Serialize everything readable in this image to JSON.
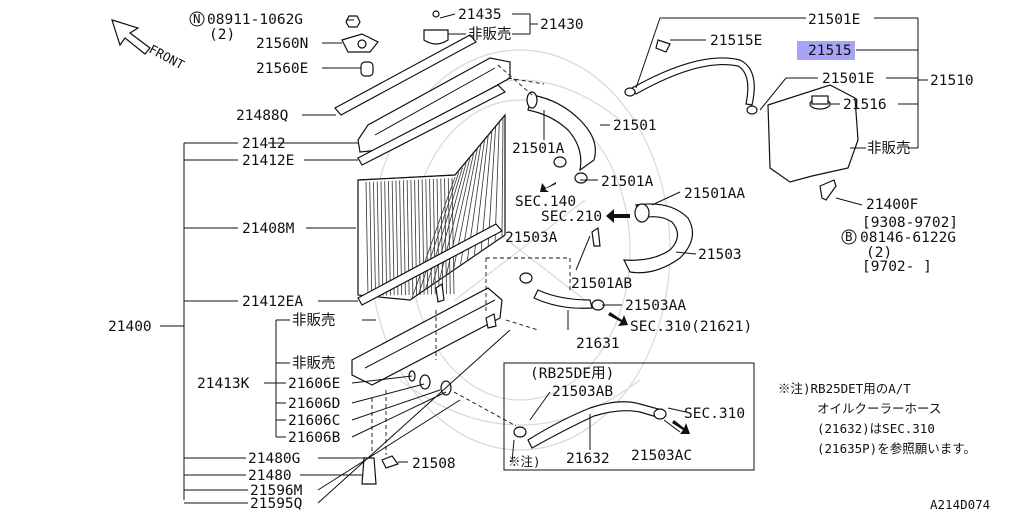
{
  "front_label": "FRONT",
  "highlight_color": "#a7a4f6",
  "footer_code": "A214D074",
  "labels": {
    "p08911": "08911-1062G",
    "p08911_qty": "(2)",
    "p21560N": "21560N",
    "p21560E": "21560E",
    "p21488Q": "21488Q",
    "p21412": "21412",
    "p21412E": "21412E",
    "p21408M": "21408M",
    "p21412EA": "21412EA",
    "p21400": "21400",
    "p21413K": "21413K",
    "hibaibai1": "非販売",
    "hibaibai2": "非販売",
    "p21606E": "21606E",
    "p21606D": "21606D",
    "p21606C": "21606C",
    "p21606B": "21606B",
    "p21480G": "21480G",
    "p21480": "21480",
    "p21596M": "21596M",
    "p21595Q": "21595Q",
    "p21508": "21508",
    "p21435": "21435",
    "p21430": "21430",
    "hibaibai_cap": "非販売",
    "p21501": "21501",
    "p21501A_1": "21501A",
    "p21501A_2": "21501A",
    "sec140": "SEC.140",
    "sec210": "SEC.210",
    "p21501AA": "21501AA",
    "p21503A": "21503A",
    "p21503": "21503",
    "p21501AB": "21501AB",
    "p21503AA": "21503AA",
    "sec310_21621": "SEC.310(21621)",
    "p21631": "21631",
    "p21501E_top": "21501E",
    "p21515E": "21515E",
    "p21515": "21515",
    "p21501E_2": "21501E",
    "p21510": "21510",
    "p21516": "21516",
    "hibaibai_tank": "非販売",
    "p21400F": "21400F",
    "p21400F_range": "[9308-9702]",
    "pB08146": "08146-6122G",
    "pB08146_qty": "(2)",
    "pB08146_range": "[9702- ]",
    "rb25de": "(RB25DE用)",
    "p21503AB": "21503AB",
    "sec310": "SEC.310",
    "note_mark": "※注)",
    "p21632": "21632",
    "p21503AC": "21503AC",
    "note_line1": "※注)RB25DET用のA/T",
    "note_line2": "オイルクーラーホース",
    "note_line3": "(21632)はSEC.310",
    "note_line4": "(21635P)を参照願います。"
  }
}
